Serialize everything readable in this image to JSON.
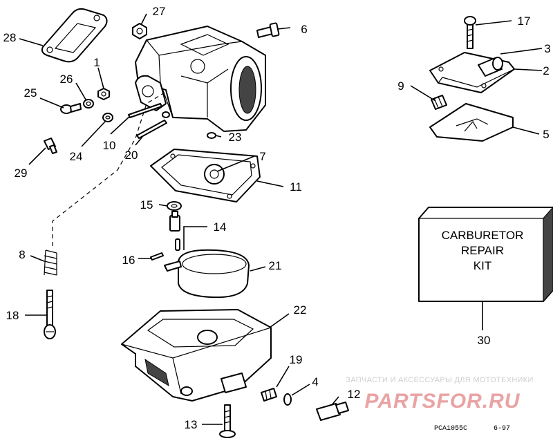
{
  "callouts": [
    {
      "n": "1"
    },
    {
      "n": "2"
    },
    {
      "n": "3"
    },
    {
      "n": "4"
    },
    {
      "n": "5"
    },
    {
      "n": "6"
    },
    {
      "n": "7"
    },
    {
      "n": "8"
    },
    {
      "n": "9"
    },
    {
      "n": "10"
    },
    {
      "n": "11"
    },
    {
      "n": "12"
    },
    {
      "n": "13"
    },
    {
      "n": "14"
    },
    {
      "n": "15"
    },
    {
      "n": "16"
    },
    {
      "n": "17"
    },
    {
      "n": "18"
    },
    {
      "n": "19"
    },
    {
      "n": "20"
    },
    {
      "n": "21"
    },
    {
      "n": "22"
    },
    {
      "n": "23"
    },
    {
      "n": "24"
    },
    {
      "n": "25"
    },
    {
      "n": "26"
    },
    {
      "n": "27"
    },
    {
      "n": "28"
    },
    {
      "n": "29"
    },
    {
      "n": "30"
    }
  ],
  "kit": {
    "line1": "CARBURETOR",
    "line2": "REPAIR",
    "line3": "KIT"
  },
  "watermark": {
    "tagline": "ЗАПЧАСТИ И АКСЕССУАРЫ ДЛЯ МОТОТЕХНИКИ",
    "brand": "PARTSFOR.RU"
  },
  "footer": {
    "code": "PCA1055C",
    "date": "6-97"
  }
}
